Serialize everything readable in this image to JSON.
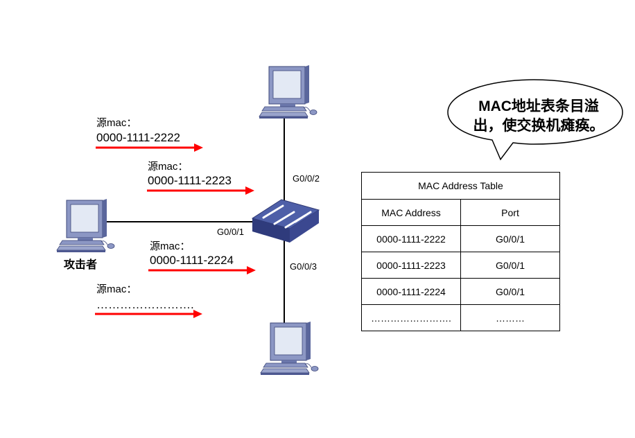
{
  "labels": {
    "attacker": "攻击者",
    "ports": {
      "g2": "G0/0/2",
      "g1": "G0/0/1",
      "g3": "G0/0/3"
    },
    "src_mac_entries": [
      {
        "title": "源mac：",
        "mac": "0000-1111-2222"
      },
      {
        "title": "源mac：",
        "mac": "0000-1111-2223"
      },
      {
        "title": "源mac：",
        "mac": "0000-1111-2224"
      },
      {
        "title": "源mac：",
        "mac": "……………………."
      }
    ]
  },
  "callout": {
    "line1": "MAC地址表条目溢",
    "line2": "出，使交换机瘫痪。"
  },
  "mac_table": {
    "title": "MAC Address Table",
    "headers": [
      "MAC Address",
      "Port"
    ],
    "rows": [
      [
        "0000-1111-2222",
        "G0/0/1"
      ],
      [
        "0000-1111-2223",
        "G0/0/1"
      ],
      [
        "0000-1111-2224",
        "G0/0/1"
      ],
      [
        "…………………….",
        "………"
      ]
    ]
  },
  "icons": [
    "pc-icon",
    "switch-icon",
    "arrow-icon",
    "speech-bubble-icon"
  ],
  "colors": {
    "arrow": "#ff0000",
    "switch": "#4a5a9c",
    "pc_body": "#7a86b8",
    "pc_screen": "#dfe6f2"
  }
}
